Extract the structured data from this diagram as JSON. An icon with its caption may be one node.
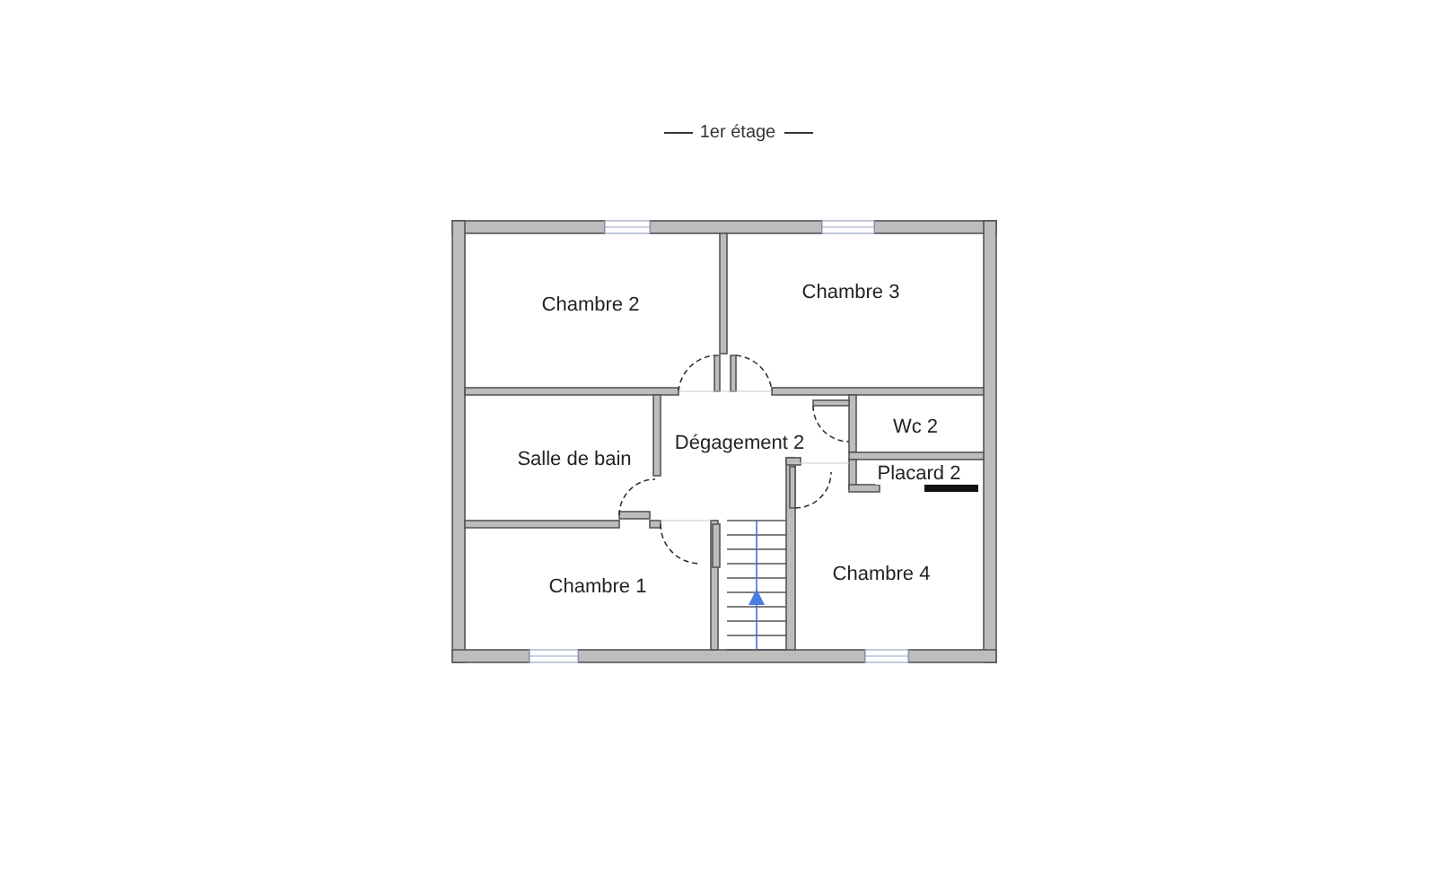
{
  "diagram": {
    "title": "1er étage",
    "nodes": [
      {
        "text": [
          "Chambre 2"
        ]
      },
      {
        "text": [
          "Chambre 3"
        ]
      },
      {
        "text": [
          "Wc 2"
        ]
      },
      {
        "text": [
          "Salle de bain"
        ]
      },
      {
        "text": [
          "Dégagement 2"
        ]
      },
      {
        "text": [
          "Placard 2"
        ]
      },
      {
        "text": [
          "Chambre 1"
        ]
      },
      {
        "text": [
          "Chambre 4"
        ]
      }
    ]
  }
}
